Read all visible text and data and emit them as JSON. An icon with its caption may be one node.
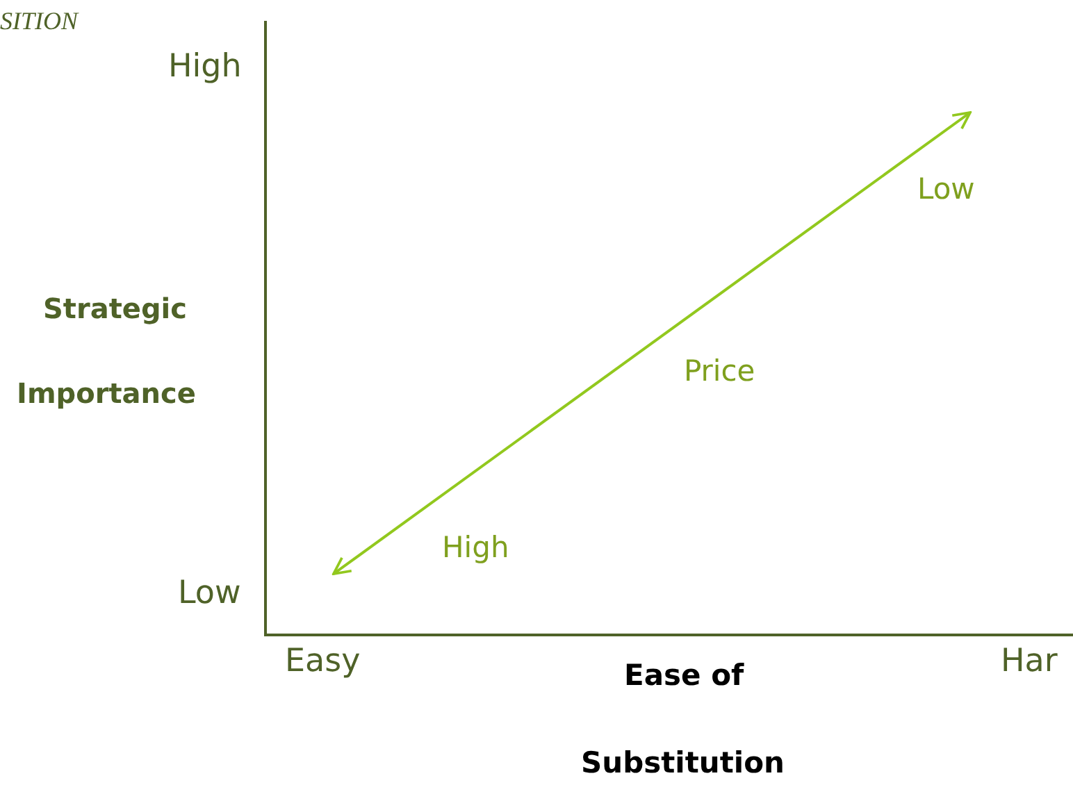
{
  "diagram": {
    "labels": [
      "SITION",
      "High",
      "Strategic",
      "Importance",
      "Low",
      "Low",
      "Price",
      "High",
      "Easy",
      "Ease of",
      "Substitution",
      "Har"
    ]
  }
}
